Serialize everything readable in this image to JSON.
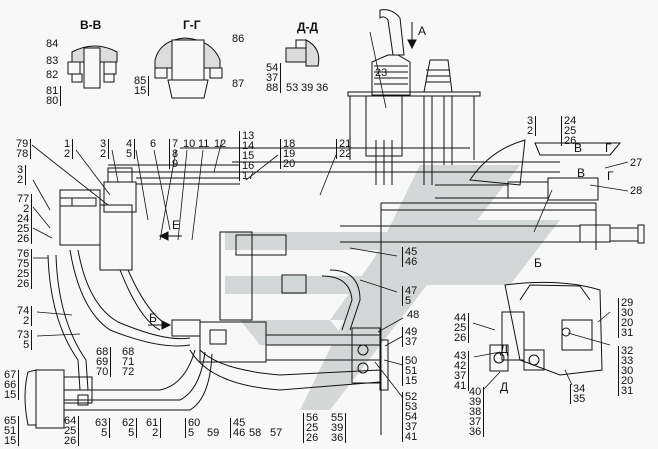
{
  "diagram": {
    "type": "hydraulic assembly drawing",
    "watermark": "gray chevron logo",
    "section_views": [
      {
        "id": "vv",
        "title": "В-В",
        "callouts": [
          "84",
          "83",
          "82",
          "81\n80"
        ]
      },
      {
        "id": "gg",
        "title": "Г-Г",
        "callouts": [
          "86",
          "87",
          "85\n15"
        ]
      },
      {
        "id": "dd",
        "title": "Д-Д",
        "callouts": [
          "54\n37\n88",
          "53",
          "39",
          "36"
        ]
      }
    ],
    "view_markers": {
      "view_a": "А",
      "view_b": "Б",
      "view_e": "Е",
      "cut_v": "В",
      "cut_g": "Г",
      "cut_d": "Д"
    },
    "callouts": {
      "c23": "23",
      "c79_78": "79\n78",
      "c1_2": "1\n2",
      "c3_2a": "3\n2",
      "c4_5": "4\n5",
      "c6": "6",
      "c7_8_9": "7\n8\n9",
      "c10": "10",
      "c11": "11",
      "c12": "12",
      "c13_17": "13\n14\n15\n16\n17",
      "c18_20": "18\n19\n20",
      "c21_22": "21\n22",
      "c3_2b": "3\n2",
      "c77_2": "77\n2",
      "c24_26a": "24\n25\n26",
      "c76_26": "76\n75\n25\n26",
      "c74_2": "74\n2",
      "c73_5": "73\n5",
      "c67_15": "67\n66\n15",
      "c65_15": "65\n51\n15",
      "c64_26": "64\n25\n26",
      "c63_5": "63\n5",
      "c62_5": "62\n5",
      "c61_2": "61\n2",
      "c60_5": "60\n5",
      "c59": "59",
      "c68_70": "68\n69\n70",
      "c68_72": "68\n71\n72",
      "c45_46a": "45\n46",
      "c58": "58",
      "c57": "57",
      "c56_26": "56\n25\n26",
      "c55_36": "55\n39\n36",
      "c45_46b": "45\n46",
      "c47_5": "47\n5",
      "c48": "48",
      "c49_37": "49\n37",
      "c50_15": "50\n51\n15",
      "c52_41": "52\n53\n54\n37\n41",
      "c3_2c": "3\n2",
      "c24_26b": "24\n25\n26",
      "c27": "27",
      "c28": "28",
      "c44_26": "44\n25\n26",
      "c43_41": "43\n42\n37\n41",
      "c40_36": "40\n39\n38\n37\n36",
      "c29_31": "29\n30\n20\n31",
      "c32_31": "32\n33\n30\n20\n31",
      "c34_35": "34\n35"
    }
  }
}
